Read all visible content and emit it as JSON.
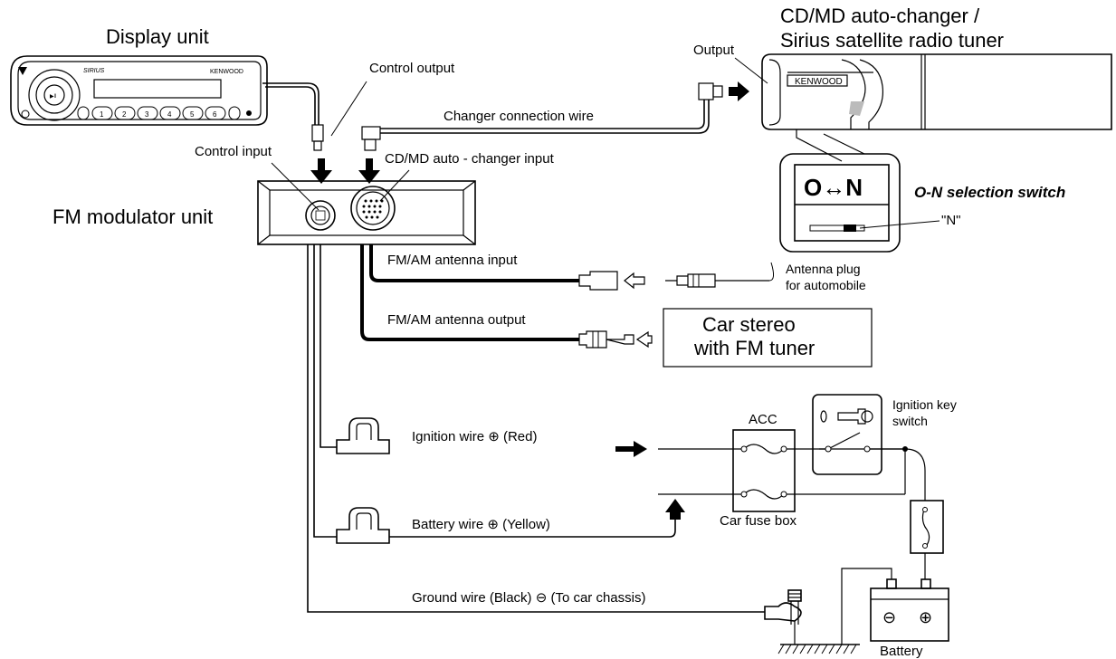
{
  "labels": {
    "display_unit": "Display unit",
    "control_output": "Control output",
    "output": "Output",
    "changer_title_line1": "CD/MD auto-changer /",
    "changer_title_line2": "Sirius satellite radio tuner",
    "changer_connection_wire": "Changer connection wire",
    "control_input": "Control input",
    "cdmd_input": "CD/MD auto - changer input",
    "fm_modulator_unit": "FM modulator unit",
    "on_selection_switch": "O-N selection switch",
    "on_switch_face": "O↔N",
    "n_marker": "\"N\"",
    "fmam_antenna_input": "FM/AM antenna input",
    "antenna_plug_line1": "Antenna plug",
    "antenna_plug_line2": "for automobile",
    "fmam_antenna_output": "FM/AM antenna output",
    "car_stereo_line1": "Car stereo",
    "car_stereo_line2": "with FM tuner",
    "ignition_wire": "Ignition wire ⊕ (Red)",
    "battery_wire": "Battery wire ⊕ (Yellow)",
    "ground_wire": "Ground wire (Black) ⊖ (To car chassis)",
    "acc": "ACC",
    "car_fuse_box": "Car fuse box",
    "ignition_key_line1": "Ignition key",
    "ignition_key_line2": "switch",
    "battery": "Battery",
    "kenwood_display": "KENWOOD",
    "kenwood_changer": "KENWOOD",
    "sirius_logo": "SIRIUS",
    "battery_minus": "⊖",
    "battery_plus": "⊕"
  },
  "preset_buttons": [
    "1",
    "2",
    "3",
    "4",
    "5",
    "6"
  ]
}
